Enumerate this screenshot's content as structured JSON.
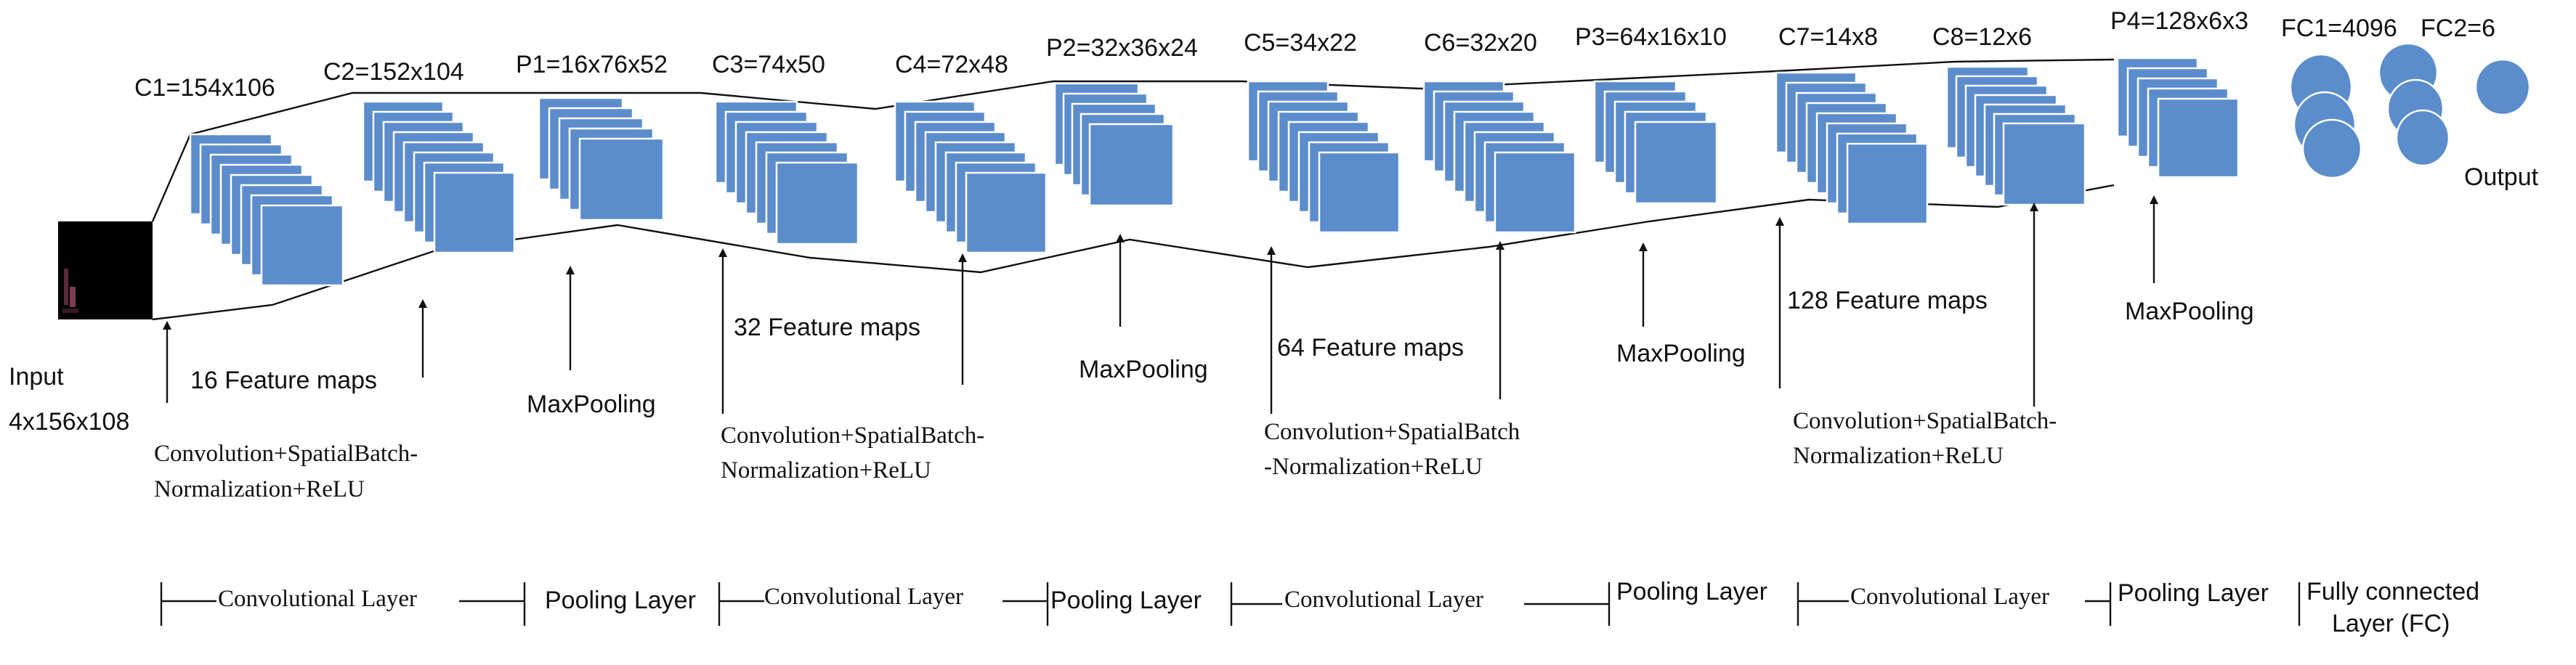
{
  "colors": {
    "feature_map": "#5b8ccc",
    "line": "#111111",
    "input_bg": "#000000"
  },
  "input": {
    "label": "Input",
    "size": "4x156x108"
  },
  "stages": [
    {
      "id": "c1",
      "label": "C1=154x106"
    },
    {
      "id": "c2",
      "label": "C2=152x104"
    },
    {
      "id": "p1",
      "label": "P1=16x76x52"
    },
    {
      "id": "c3",
      "label": "C3=74x50"
    },
    {
      "id": "c4",
      "label": "C4=72x48"
    },
    {
      "id": "p2",
      "label": "P2=32x36x24"
    },
    {
      "id": "c5",
      "label": "C5=34x22"
    },
    {
      "id": "c6",
      "label": "C6=32x20"
    },
    {
      "id": "p3",
      "label": "P3=64x16x10"
    },
    {
      "id": "c7",
      "label": "C7=14x8"
    },
    {
      "id": "c8",
      "label": "C8=12x6"
    },
    {
      "id": "p4",
      "label": "P4=128x6x3"
    },
    {
      "id": "fc1",
      "label": "FC1=4096"
    },
    {
      "id": "fc2",
      "label": "FC2=6"
    }
  ],
  "output_label": "Output",
  "feature_maps": [
    "16 Feature maps",
    "32 Feature maps",
    "64 Feature maps",
    "128 Feature maps"
  ],
  "operations": {
    "conv_block_1": [
      "Convolution+SpatialBatch-",
      "Normalization+ReLU"
    ],
    "conv_block_2": [
      "Convolution+SpatialBatch-",
      "Normalization+ReLU"
    ],
    "conv_block_3": [
      "Convolution+SpatialBatch",
      "-Normalization+ReLU"
    ],
    "conv_block_4": [
      "Convolution+SpatialBatch-",
      "Normalization+ReLU"
    ],
    "maxpooling": "MaxPooling"
  },
  "layer_groups": [
    {
      "type": "conv",
      "label": "Convolutional Layer"
    },
    {
      "type": "pool",
      "label": "Pooling Layer"
    },
    {
      "type": "conv",
      "label": "Convolutional Layer"
    },
    {
      "type": "pool",
      "label": "Pooling Layer"
    },
    {
      "type": "conv",
      "label": "Convolutional Layer"
    },
    {
      "type": "pool",
      "label": "Pooling Layer"
    },
    {
      "type": "conv",
      "label": "Convolutional Layer"
    },
    {
      "type": "pool",
      "label": "Pooling Layer"
    },
    {
      "type": "fc",
      "label": "Fully connected",
      "label2": "Layer (FC)"
    }
  ]
}
